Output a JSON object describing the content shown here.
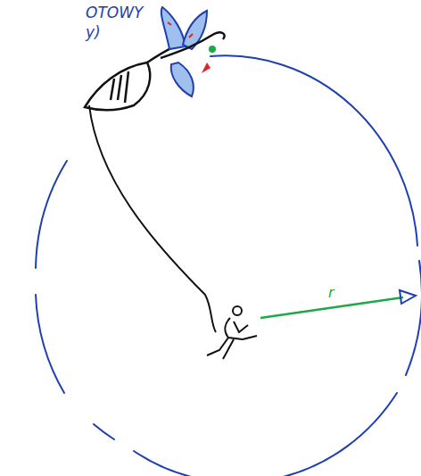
{
  "diagram": {
    "labels": [
      "OTOWY",
      "y)",
      "r"
    ]
  }
}
